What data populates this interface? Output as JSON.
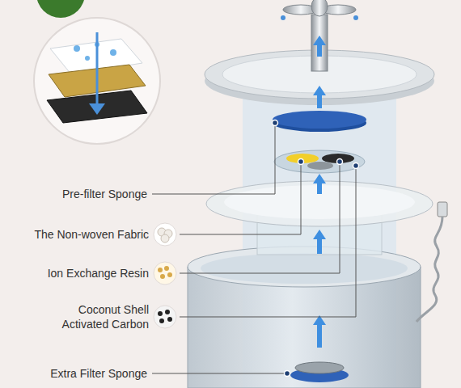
{
  "diagram": {
    "labels": [
      "Pre-filter Sponge",
      "The Non-woven Fabric",
      "Ion Exchange Resin",
      "Coconut Shell Activated Carbon",
      "Extra Filter Sponge"
    ]
  }
}
